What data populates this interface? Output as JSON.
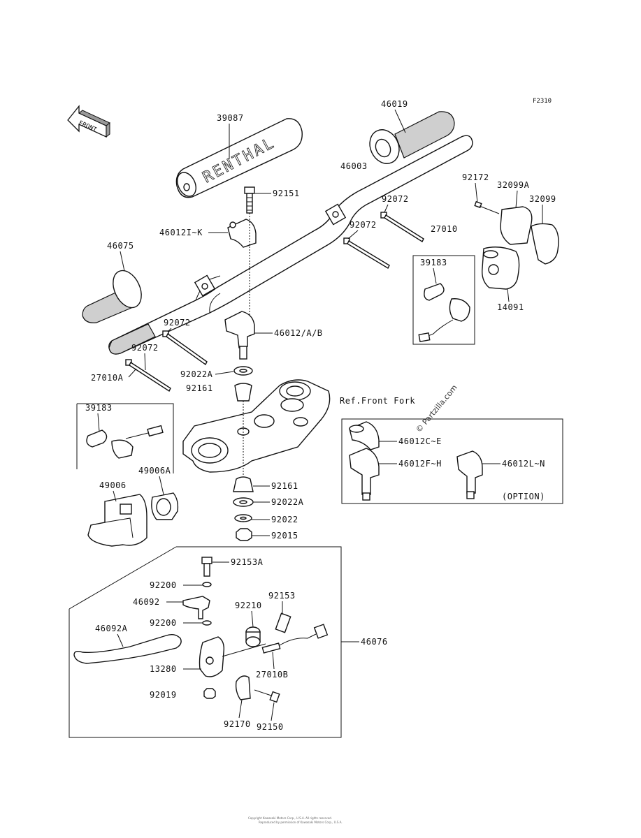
{
  "figure_code": "F2310",
  "front_arrow": "FRONT",
  "ref_front_fork": "Ref.Front Fork",
  "option": "(OPTION)",
  "watermark": "© Partzilla.com",
  "grip_brand": "RENTHAL",
  "footer_lines": [
    "Copyright Kawasaki Motors Corp., U.S.A. All rights reserved.",
    "Reproduced by permission of Kawasaki Motors Corp., U.S.A."
  ],
  "labels": {
    "p39087": "39087",
    "p46019": "46019",
    "p46003": "46003",
    "p92172": "92172",
    "p32099A": "32099A",
    "p32099": "32099",
    "p92151": "92151",
    "p92072a": "92072",
    "p46012IK": "46012I~K",
    "p92072b": "92072",
    "p27010": "27010",
    "p46075": "46075",
    "p39183a": "39183",
    "p14091": "14091",
    "p92072c": "92072",
    "p46012AB": "46012/A/B",
    "p92072d": "92072",
    "p92022Aa": "92022A",
    "p27010A": "27010A",
    "p92161a": "92161",
    "p39183b": "39183",
    "p49006A": "49006A",
    "p49006": "49006",
    "p92161b": "92161",
    "p92022Ab": "92022A",
    "p92022": "92022",
    "p92015": "92015",
    "p46012CE": "46012C~E",
    "p46012FH": "46012F~H",
    "p46012LN": "46012L~N",
    "p92153A": "92153A",
    "p92200a": "92200",
    "p46092": "46092",
    "p92210": "92210",
    "p92153": "92153",
    "p92200b": "92200",
    "p46092A": "46092A",
    "p46076": "46076",
    "p13280": "13280",
    "p27010B": "27010B",
    "p92019": "92019",
    "p92170": "92170",
    "p92150": "92150"
  }
}
